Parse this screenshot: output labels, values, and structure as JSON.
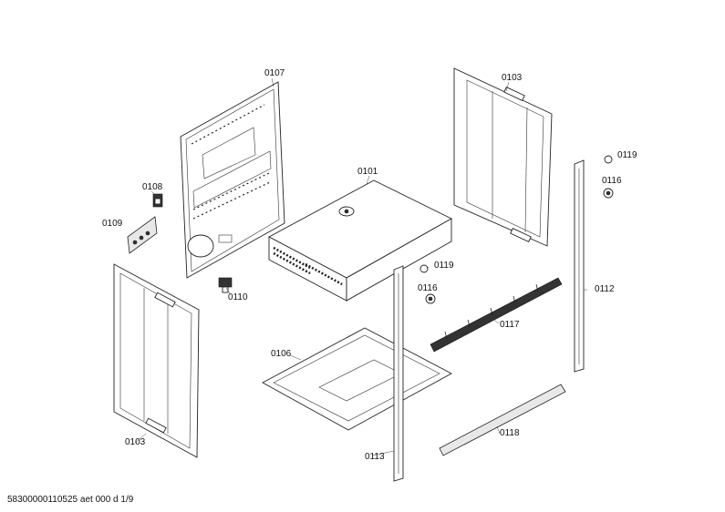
{
  "labels": {
    "p0107": "0107",
    "p0103_top": "0103",
    "p0101": "0101",
    "p0108": "0108",
    "p0109": "0109",
    "p0110": "0110",
    "p0119_a": "0119",
    "p0116_a": "0116",
    "p0119_b": "0119",
    "p0116_b": "0116",
    "p0112": "0112",
    "p0117": "0117",
    "p0106": "0106",
    "p0103_bottom": "0103",
    "p0113": "0113",
    "p0118": "0118"
  },
  "footer": "58300000110525 aet 000 d 1/9"
}
